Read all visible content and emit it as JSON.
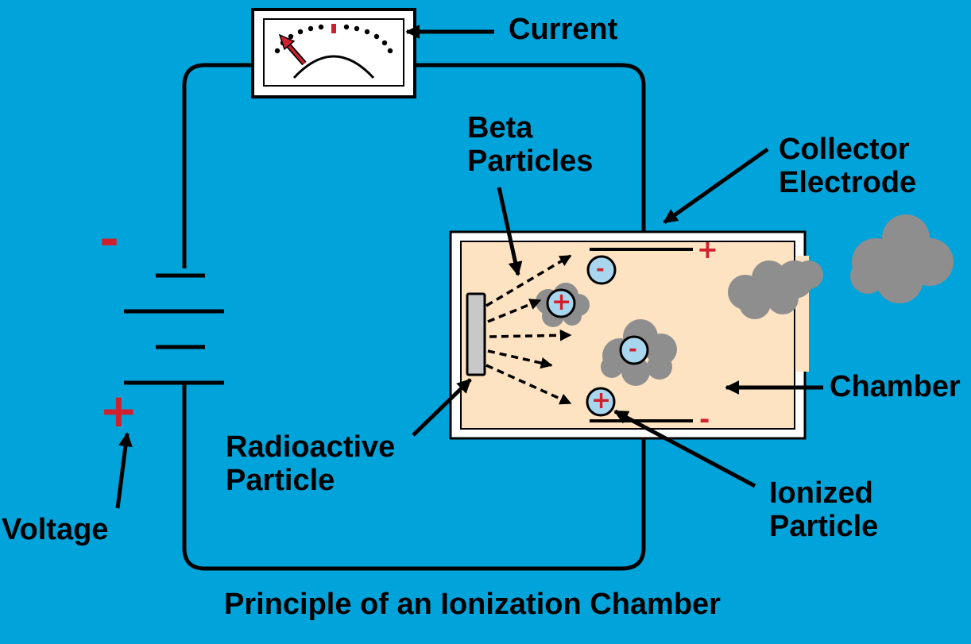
{
  "title": "Principle of an Ionization Chamber",
  "labels": {
    "current": "Current",
    "beta_particles": [
      "Beta",
      "Particles"
    ],
    "collector_electrode": [
      "Collector",
      "Electrode"
    ],
    "chamber": "Chamber",
    "radioactive_particle": [
      "Radioactive",
      "Particle"
    ],
    "ionized_particle": [
      "Ionized",
      "Particle"
    ],
    "voltage": "Voltage"
  },
  "signs": {
    "battery_negative": "-",
    "battery_positive": "+",
    "plate_positive": "+",
    "plate_negative": "-",
    "ion_minus": "-",
    "ion_plus": "+"
  },
  "colors": {
    "background": "#00A3DA",
    "chamber_fill": "#FDE3C2",
    "ion_fill": "#A9D6EF",
    "sign_red": "#D0202E",
    "smoke": "#8E8E8E",
    "source_fill": "#C8C8C8"
  }
}
